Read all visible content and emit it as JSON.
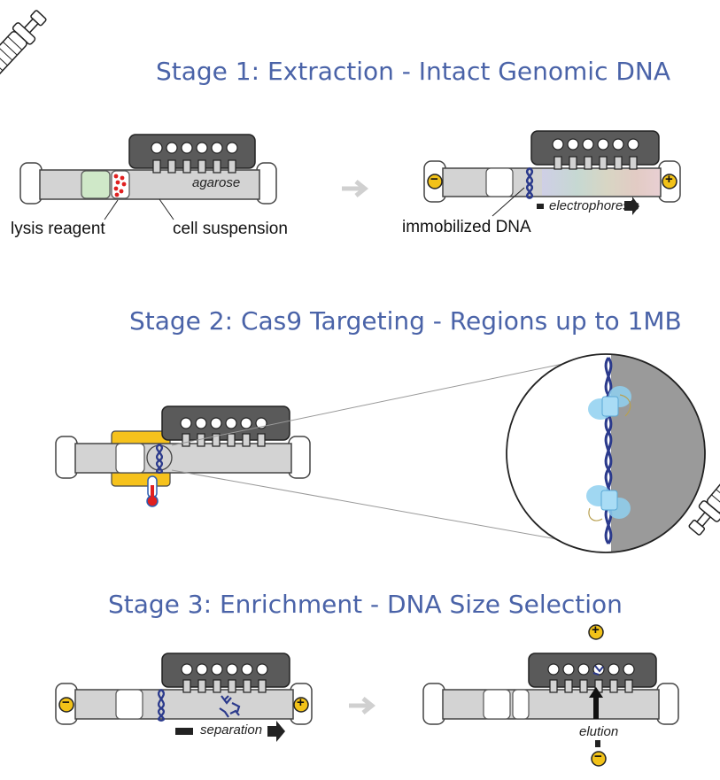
{
  "stage1": {
    "title": "Stage 1: Extraction - Intact Genomic DNA",
    "gel_label": "agarose",
    "label_lysis": "lysis reagent",
    "label_cell": "cell suspension",
    "label_immobilized": "immobilized DNA",
    "label_electrophoresis": "electrophoresis",
    "minus": "−",
    "plus": "+"
  },
  "stage2": {
    "title": "Stage 2: Cas9 Targeting - Regions up to 1MB"
  },
  "stage3": {
    "title": "Stage 3: Enrichment - DNA Size Selection",
    "label_separation": "separation",
    "label_elution": "elution",
    "minus": "−",
    "plus": "+"
  },
  "colors": {
    "title": "#4a63a8",
    "gel": "#d3d3d3",
    "comb": "#5a5a5a",
    "electrode": "#f2c218",
    "heater": "#f6c21c",
    "dna": "#2b3a8c",
    "lysis_well": "#cfe8c8",
    "cells": "#e02020",
    "arrow": "#d0d0d0"
  },
  "icons": [
    "pipette-icon",
    "thermometer-icon",
    "cas9-icon",
    "dna-helix-icon",
    "arrow-right-icon",
    "arrow-up-icon"
  ]
}
